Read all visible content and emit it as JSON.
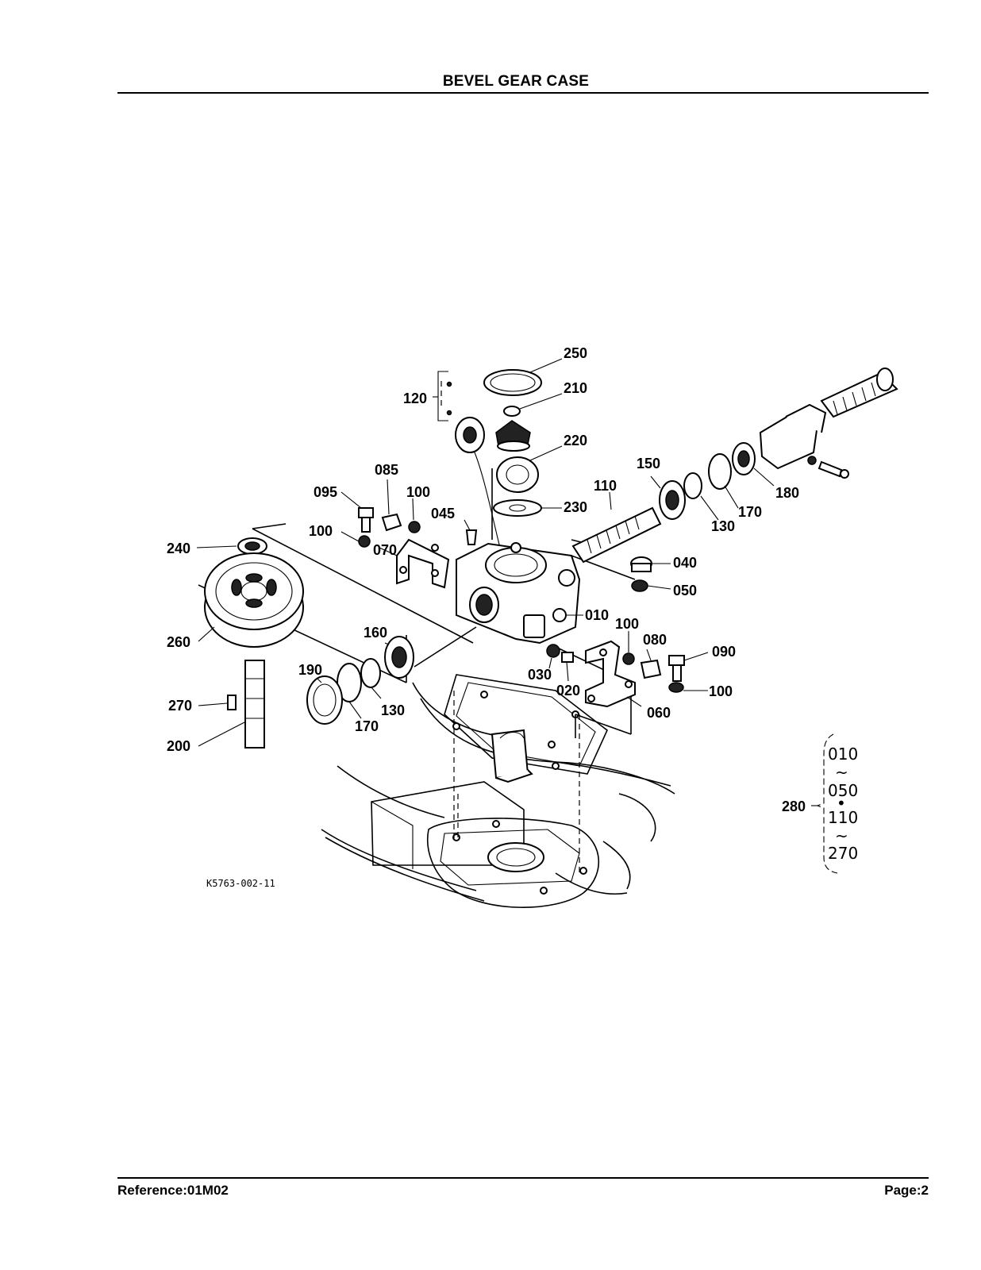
{
  "header": {
    "title": "BEVEL GEAR CASE"
  },
  "footer": {
    "reference": "Reference:01M02",
    "page": "Page:2"
  },
  "diagram": {
    "drawing_number": "K5763-002-11",
    "part_labels": [
      {
        "id": "lbl-250",
        "text": "250"
      },
      {
        "id": "lbl-210",
        "text": "210"
      },
      {
        "id": "lbl-120",
        "text": "120"
      },
      {
        "id": "lbl-220",
        "text": "220"
      },
      {
        "id": "lbl-150",
        "text": "150"
      },
      {
        "id": "lbl-110",
        "text": "110"
      },
      {
        "id": "lbl-180",
        "text": "180"
      },
      {
        "id": "lbl-085",
        "text": "085"
      },
      {
        "id": "lbl-095",
        "text": "095"
      },
      {
        "id": "lbl-100a",
        "text": "100"
      },
      {
        "id": "lbl-045",
        "text": "045"
      },
      {
        "id": "lbl-230",
        "text": "230"
      },
      {
        "id": "lbl-170a",
        "text": "170"
      },
      {
        "id": "lbl-130a",
        "text": "130"
      },
      {
        "id": "lbl-100b",
        "text": "100"
      },
      {
        "id": "lbl-070",
        "text": "070"
      },
      {
        "id": "lbl-240",
        "text": "240"
      },
      {
        "id": "lbl-040",
        "text": "040"
      },
      {
        "id": "lbl-050",
        "text": "050"
      },
      {
        "id": "lbl-010",
        "text": "010"
      },
      {
        "id": "lbl-260",
        "text": "260"
      },
      {
        "id": "lbl-160",
        "text": "160"
      },
      {
        "id": "lbl-100c",
        "text": "100"
      },
      {
        "id": "lbl-080",
        "text": "080"
      },
      {
        "id": "lbl-090",
        "text": "090"
      },
      {
        "id": "lbl-190",
        "text": "190"
      },
      {
        "id": "lbl-030",
        "text": "030"
      },
      {
        "id": "lbl-020",
        "text": "020"
      },
      {
        "id": "lbl-100d",
        "text": "100"
      },
      {
        "id": "lbl-270",
        "text": "270"
      },
      {
        "id": "lbl-130b",
        "text": "130"
      },
      {
        "id": "lbl-170b",
        "text": "170"
      },
      {
        "id": "lbl-060",
        "text": "060"
      },
      {
        "id": "lbl-200",
        "text": "200"
      },
      {
        "id": "lbl-280",
        "text": "280"
      }
    ],
    "assembly_range": {
      "from1": "010",
      "tilde1": "~",
      "to1": "050",
      "dot": "•",
      "from2": "110",
      "tilde2": "~",
      "to2": "270"
    }
  }
}
